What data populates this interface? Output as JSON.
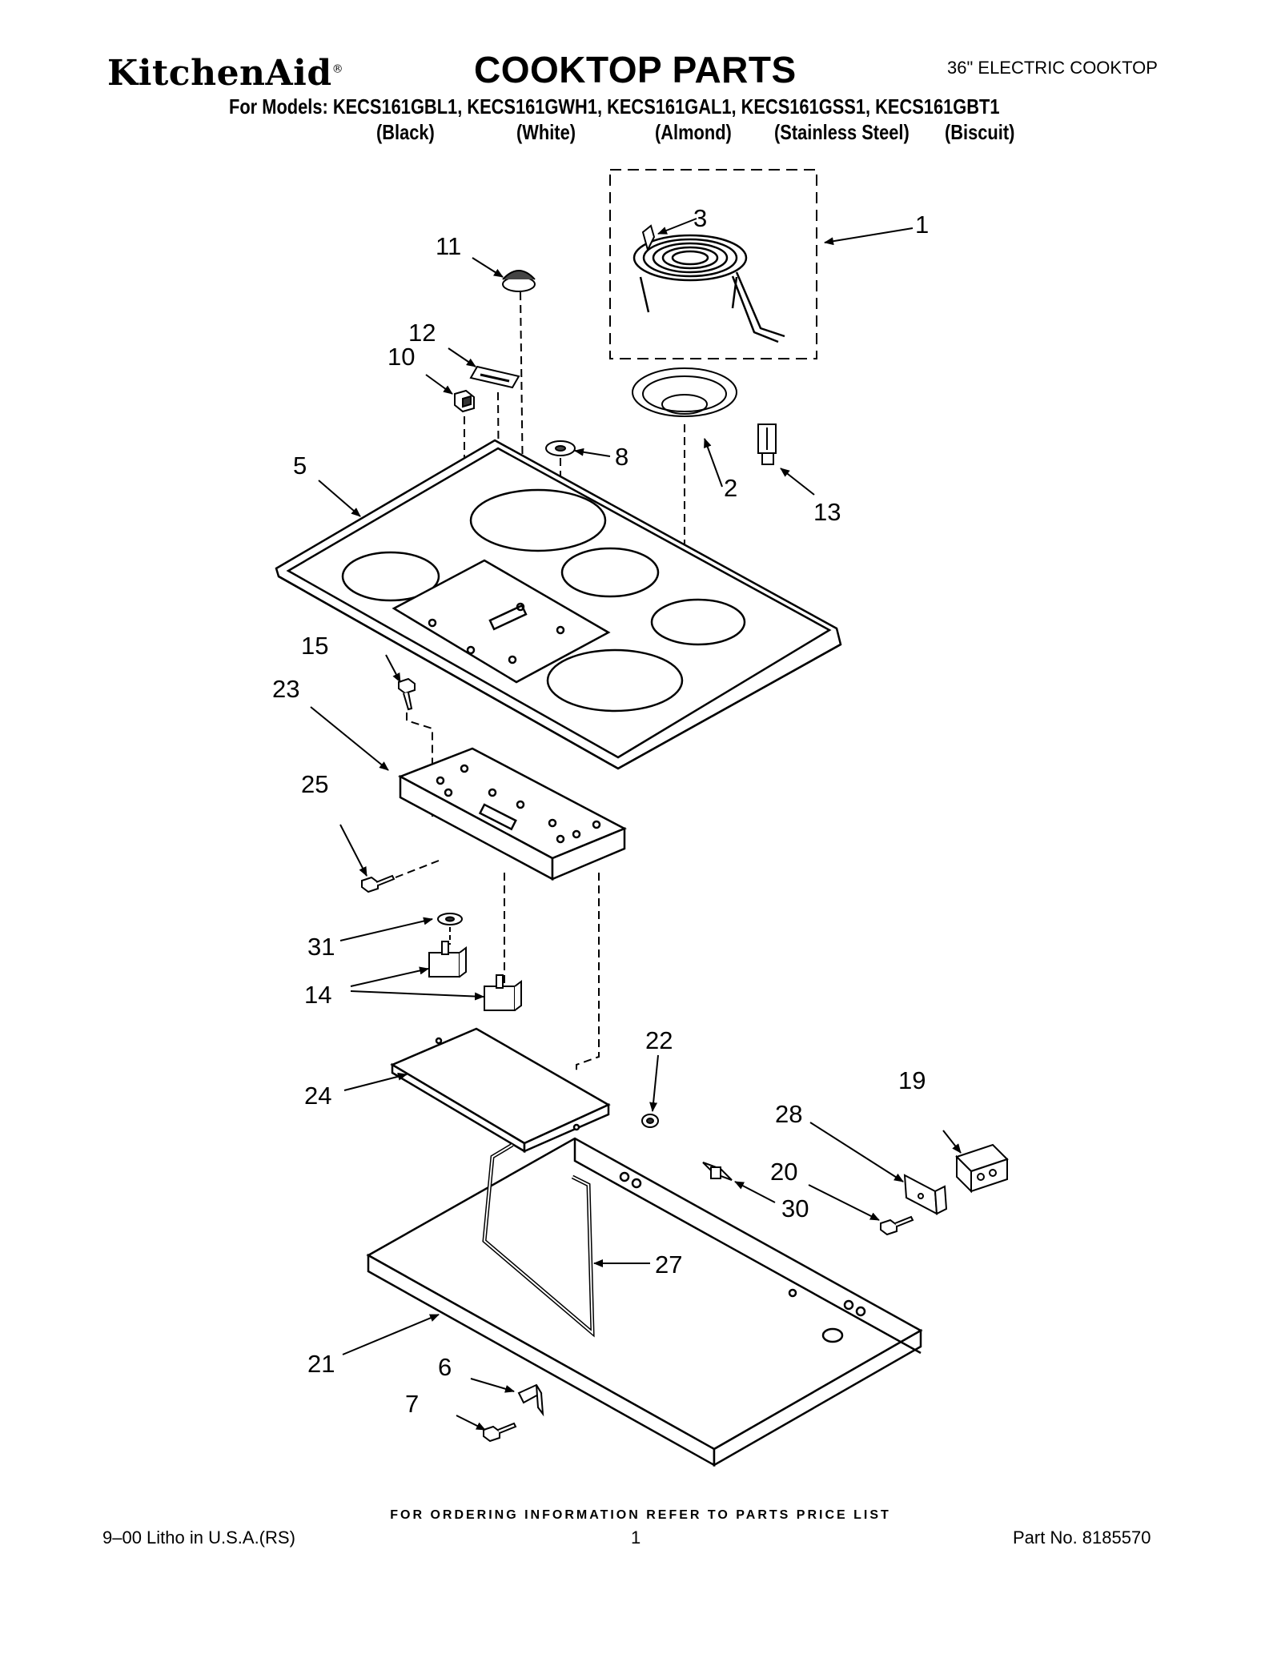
{
  "header": {
    "brand": "KitchenAid",
    "brand_mark": "®",
    "title": "COOKTOP PARTS",
    "subtitle": "36\" ELECTRIC COOKTOP",
    "models_line": "For Models: KECS161GBL1, KECS161GWH1, KECS161GAL1, KECS161GSS1, KECS161GBT1",
    "colors": [
      "(Black)",
      "(White)",
      "(Almond)",
      "(Stainless Steel)",
      "(Biscuit)"
    ]
  },
  "callouts": [
    "1",
    "2",
    "3",
    "5",
    "6",
    "7",
    "8",
    "10",
    "11",
    "12",
    "13",
    "14",
    "15",
    "19",
    "20",
    "21",
    "22",
    "23",
    "24",
    "25",
    "27",
    "28",
    "30",
    "31"
  ],
  "footer": {
    "order_note": "FOR ORDERING INFORMATION REFER TO PARTS PRICE LIST",
    "litho": "9–00 Litho in U.S.A.(RS)",
    "page": "1",
    "part_no": "Part No. 8185570"
  }
}
